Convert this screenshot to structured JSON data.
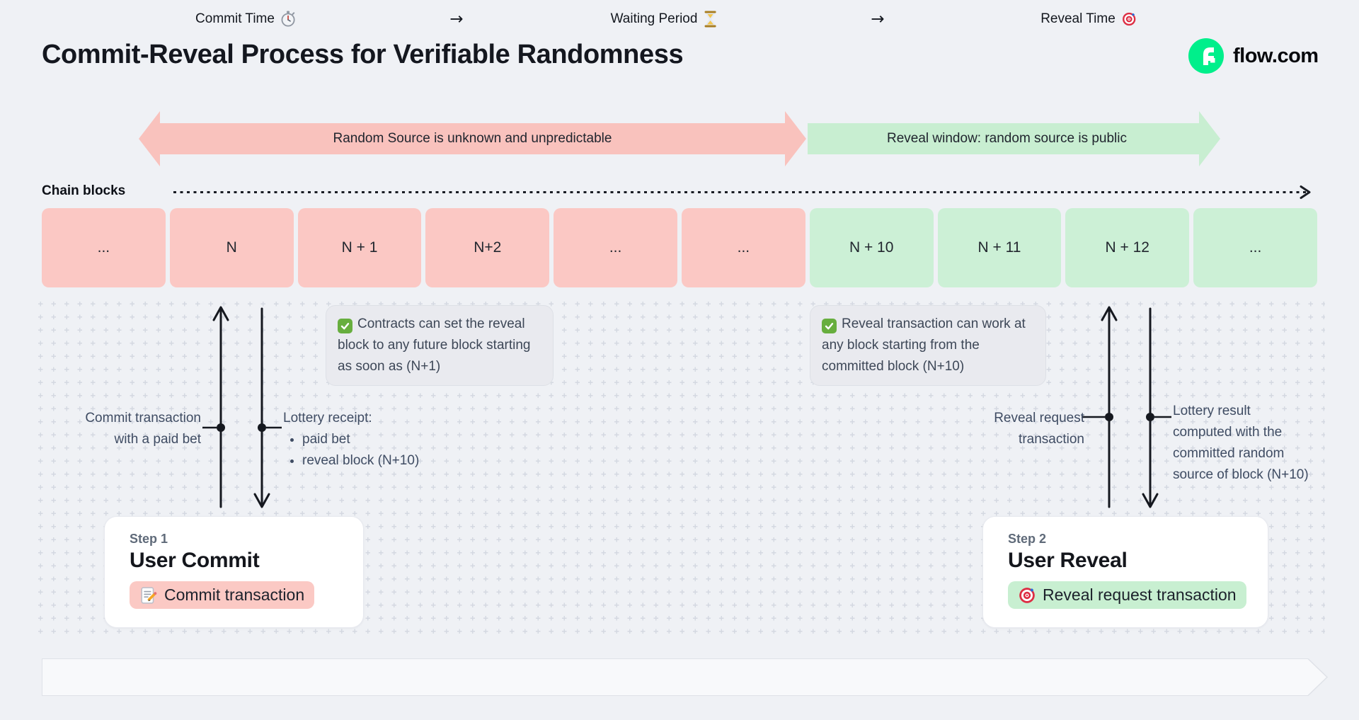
{
  "page": {
    "title": "Commit-Reveal Process for Verifiable Randomness",
    "brand": "flow.com"
  },
  "phase_arrows": {
    "unpredictable": "Random Source is unknown and unpredictable",
    "reveal_window": "Reveal window: random source is public"
  },
  "chain": {
    "label": "Chain blocks",
    "blocks": [
      {
        "label": "...",
        "phase": "commit"
      },
      {
        "label": "N",
        "phase": "commit"
      },
      {
        "label": "N + 1",
        "phase": "commit"
      },
      {
        "label": "N+2",
        "phase": "commit"
      },
      {
        "label": "...",
        "phase": "commit"
      },
      {
        "label": "...",
        "phase": "commit"
      },
      {
        "label": "N + 10",
        "phase": "reveal"
      },
      {
        "label": "N + 11",
        "phase": "reveal"
      },
      {
        "label": "N + 12",
        "phase": "reveal"
      },
      {
        "label": "...",
        "phase": "reveal"
      }
    ]
  },
  "notes": {
    "commit_note": {
      "icon": "check-icon",
      "text": "Contracts can set the reveal block to any future block starting as soon as (N+1)"
    },
    "reveal_note": {
      "icon": "check-icon",
      "text": "Reveal transaction can work at any block starting from the committed block (N+10)"
    }
  },
  "callouts": {
    "commit_tx": "Commit transaction\nwith a paid bet",
    "lottery_receipt_title": "Lottery receipt:",
    "lottery_receipt_bullets": [
      "paid bet",
      "reveal block (N+10)"
    ],
    "reveal_tx": "Reveal request\ntransaction",
    "lottery_result": "Lottery result\ncomputed with the\ncommitted random\nsource of block (N+10)"
  },
  "steps": {
    "step1": {
      "eyebrow": "Step 1",
      "title": "User Commit",
      "pill_label": "Commit transaction",
      "pill_icon": "memo-icon"
    },
    "step2": {
      "eyebrow": "Step 2",
      "title": "User Reveal",
      "pill_label": "Reveal request transaction",
      "pill_icon": "target-icon"
    }
  },
  "timeline": {
    "commit": {
      "label": "Commit Time",
      "icon": "stopwatch-icon"
    },
    "arrow1": "→",
    "waiting": {
      "label": "Waiting Period",
      "icon": "hourglass-icon"
    },
    "arrow2": "→",
    "reveal": {
      "label": "Reveal Time",
      "icon": "target-icon"
    }
  },
  "colors": {
    "commit_phase": "#FBC8C4",
    "reveal_phase": "#CCF0D6",
    "background": "#EFF1F5",
    "ink": "#15181F",
    "slate": "#3F4C63",
    "flow_green": "#00EF8B"
  }
}
